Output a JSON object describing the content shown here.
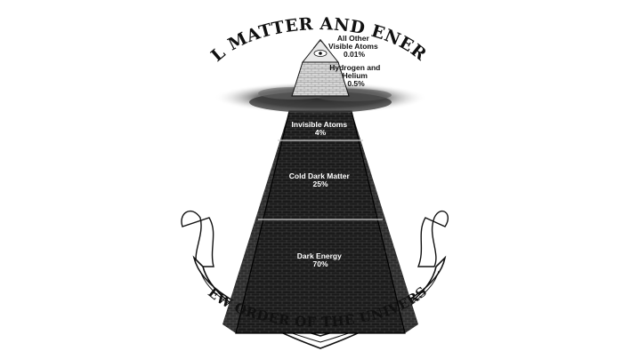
{
  "title": "ALL MATTER AND ENERGY",
  "banner": "NEW ORDER OF THE UNIVERSE",
  "labels": {
    "visible_atoms": {
      "line1": "All Other",
      "line2": "Visible Atoms",
      "value": "0.01%"
    },
    "hydrogen_helium": {
      "line1": "Hydrogen and",
      "line2": "Helium",
      "value": "0.5%"
    },
    "invisible_atoms": {
      "name": "Invisible Atoms",
      "value": "4%"
    },
    "cold_dark_matter": {
      "name": "Cold Dark Matter",
      "value": "25%"
    },
    "dark_energy": {
      "name": "Dark Energy",
      "value": "70%"
    }
  },
  "colors": {
    "pyramid_dark": "#1a1a1a",
    "pyramid_side": "#3a3a3a",
    "capstone": "#cfcfcf",
    "brick_line": "#555555",
    "background": "#ffffff"
  }
}
